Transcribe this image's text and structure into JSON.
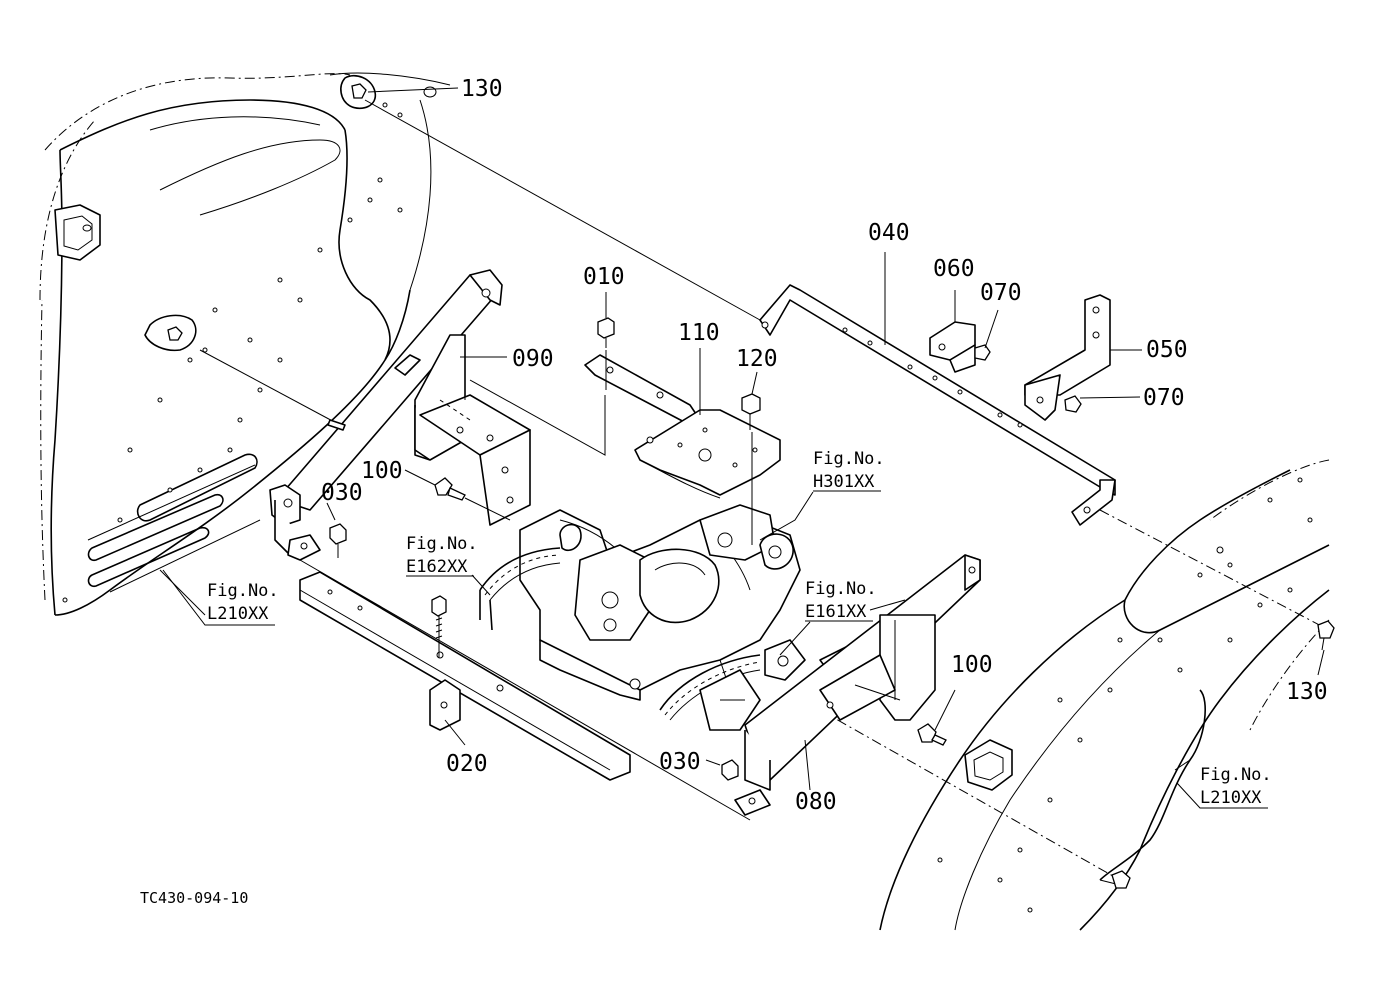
{
  "drawing_code": "TC430-094-10",
  "part_labels": {
    "p010": "010",
    "p020": "020",
    "p030a": "030",
    "p030b": "030",
    "p040": "040",
    "p050": "050",
    "p060": "060",
    "p070a": "070",
    "p070b": "070",
    "p080": "080",
    "p090": "090",
    "p100a": "100",
    "p100b": "100",
    "p110": "110",
    "p120": "120",
    "p130a": "130",
    "p130b": "130"
  },
  "figure_refs": {
    "l210_left": {
      "prefix": "Fig.No.",
      "code": "L210XX"
    },
    "e162": {
      "prefix": "Fig.No.",
      "code": "E162XX"
    },
    "h301": {
      "prefix": "Fig.No.",
      "code": "H301XX"
    },
    "e161": {
      "prefix": "Fig.No.",
      "code": "E161XX"
    },
    "l210_right": {
      "prefix": "Fig.No.",
      "code": "L210XX"
    }
  }
}
